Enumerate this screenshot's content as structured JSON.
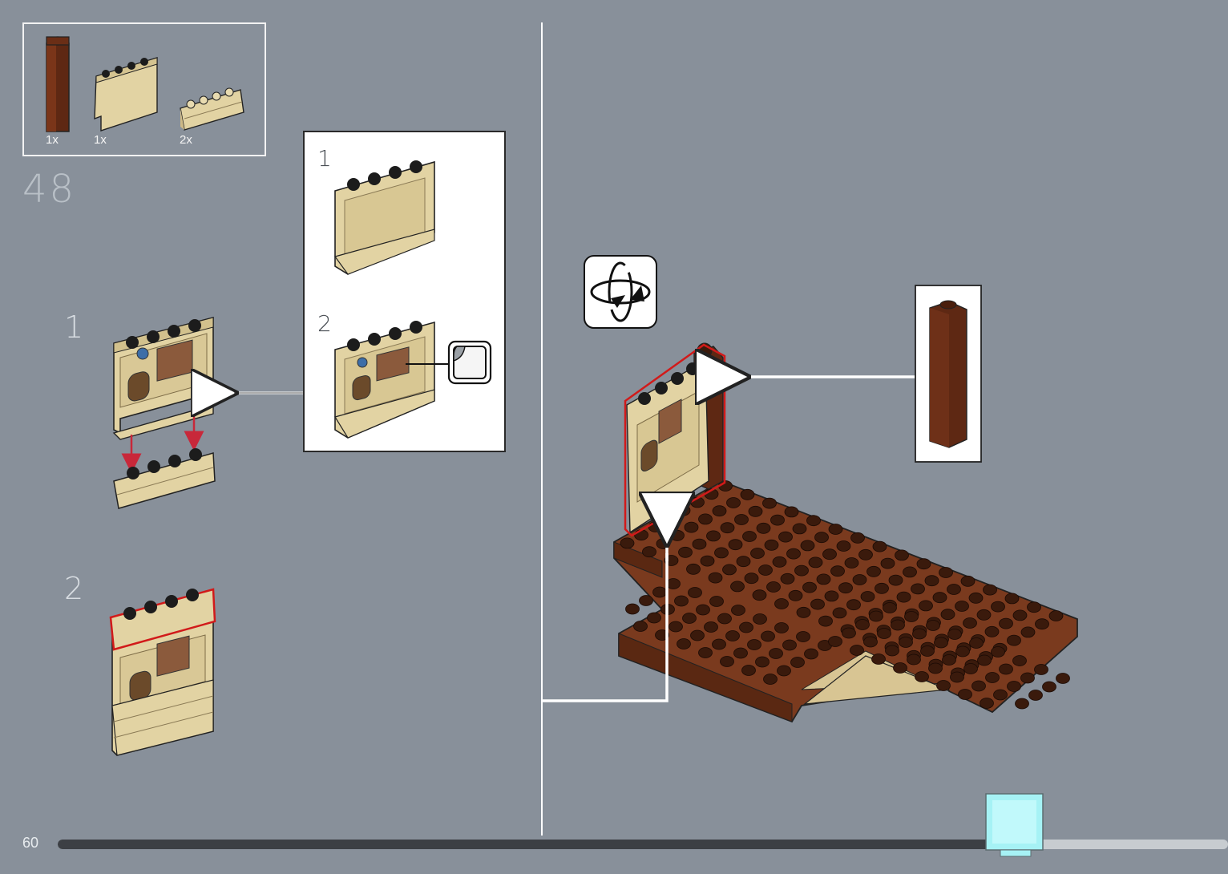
{
  "page": {
    "step_number": "48",
    "page_number": "60",
    "progress_fraction": 0.81
  },
  "parts_list": [
    {
      "icon": "brown-1x1x5-brick-icon",
      "qty": "1x"
    },
    {
      "icon": "tan-panel-1x4x3-icon",
      "qty": "1x"
    },
    {
      "icon": "tan-masonry-brick-1x4-icon",
      "qty": "2x"
    }
  ],
  "substeps": [
    {
      "number": "1"
    },
    {
      "number": "2"
    }
  ],
  "callout": {
    "steps": [
      {
        "number": "1"
      },
      {
        "number": "2"
      }
    ],
    "sticker_icon": "sticker-icon"
  },
  "colors": {
    "background": "#88909a",
    "tan": "#e2d3a3",
    "reddish_brown": "#6a2e16",
    "highlight_red": "#d11a1a",
    "arrow_red": "#c8283a",
    "progress_dark": "#3c3f44",
    "progress_light": "#c7ccd0"
  }
}
